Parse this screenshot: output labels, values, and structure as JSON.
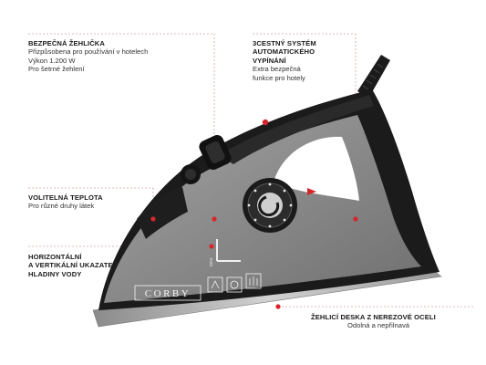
{
  "callouts": {
    "safe_iron": {
      "title": "BEZPEČNÁ ŽEHLIČKA",
      "lines": [
        "Přizpůsobena pro používání v hotelech",
        "Výkon 1.200 W",
        "Pro šetrné žehlení"
      ]
    },
    "auto_off": {
      "title_lines": [
        "3CESTNÝ SYSTÉM",
        "AUTOMATICKÉHO",
        "VYPÍNÁNÍ"
      ],
      "lines": [
        "Extra bezpečná",
        "funkce pro hotely"
      ]
    },
    "temperature": {
      "title": "VOLITELNÁ TEPLOTA",
      "lines": [
        "Pro různé druhy látek"
      ]
    },
    "water_level": {
      "title_lines": [
        "HORIZONTÁLNÍ",
        "A VERTIKÁLNÍ UKAZATEL",
        "HLADINY VODY"
      ],
      "lines": []
    },
    "soleplate": {
      "title": "ŽEHLICÍ DESKA Z NEREZOVÉ OCELI",
      "lines": [
        "Odolná a nepřilnavá"
      ]
    }
  },
  "product": {
    "brand": "CORBY",
    "level_mark": "MAX"
  },
  "colors": {
    "accent_red": "#d7262b",
    "body_black": "#1b1b1b",
    "shell_grey": "#8d8d8d",
    "plate_grey": "#bdbdbd"
  }
}
